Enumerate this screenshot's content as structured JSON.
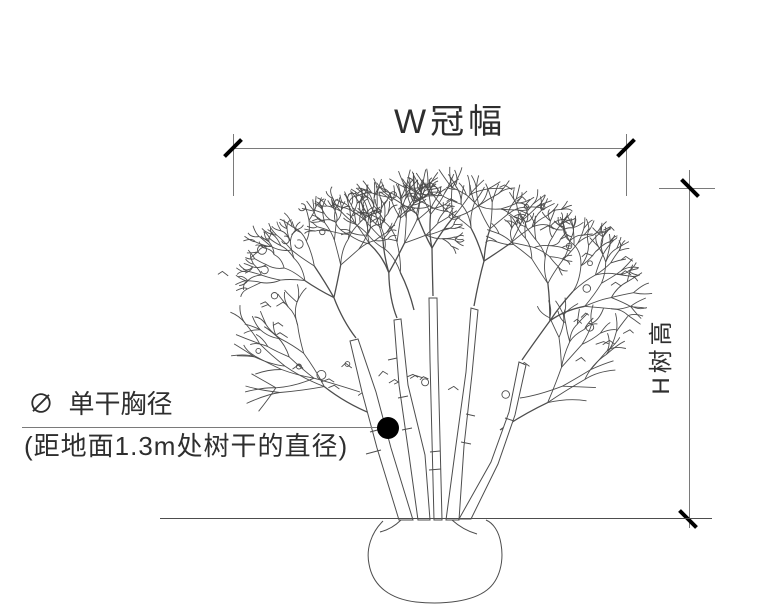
{
  "page": {
    "background": "#ffffff"
  },
  "dimensions": {
    "crown_width_label": "W冠幅",
    "height_label": "H树高"
  },
  "annotation": {
    "dbh_title": "∅  单干胸径",
    "dbh_description": "(距地面1.3m处树干的直径)"
  },
  "colors": {
    "background": "#ffffff",
    "line": "#7a7a7a",
    "tree_line": "#4d4d4d",
    "tick": "#000000",
    "text": "#2e2e2e",
    "dot": "#000000"
  },
  "icons": {
    "dimension_tick": "45-degree-solid-slash",
    "measure_point_dot": "filled-circle"
  }
}
